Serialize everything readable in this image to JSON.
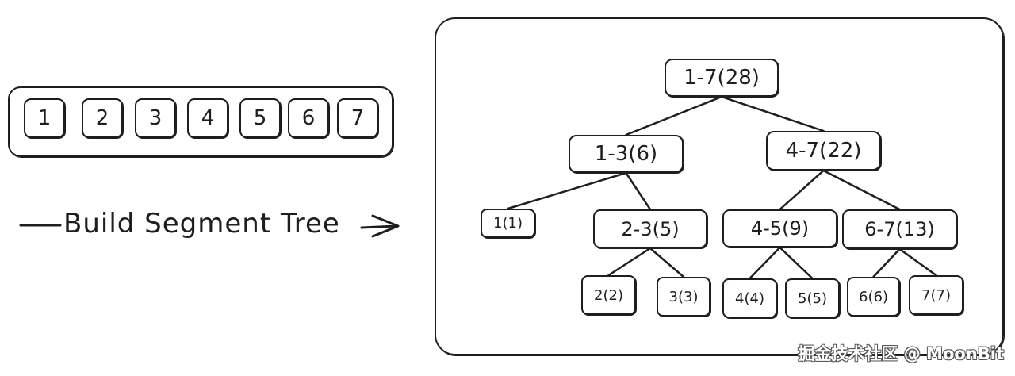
{
  "array": {
    "cells": [
      "1",
      "2",
      "3",
      "4",
      "5",
      "6",
      "7"
    ]
  },
  "arrow": {
    "label": "Build Segment Tree"
  },
  "tree": {
    "nodes": {
      "root": "1-7(28)",
      "left": "1-3(6)",
      "right": "4-7(22)",
      "l1": "1(1)",
      "l23": "2-3(5)",
      "r45": "4-5(9)",
      "r67": "6-7(13)",
      "leaf2": "2(2)",
      "leaf3": "3(3)",
      "leaf4": "4(4)",
      "leaf5": "5(5)",
      "leaf6": "6(6)",
      "leaf7": "7(7)"
    },
    "edges": [
      [
        "root",
        "left"
      ],
      [
        "root",
        "right"
      ],
      [
        "left",
        "l1"
      ],
      [
        "left",
        "l23"
      ],
      [
        "right",
        "r45"
      ],
      [
        "right",
        "r67"
      ],
      [
        "l23",
        "leaf2"
      ],
      [
        "l23",
        "leaf3"
      ],
      [
        "r45",
        "leaf4"
      ],
      [
        "r45",
        "leaf5"
      ],
      [
        "r67",
        "leaf6"
      ],
      [
        "r67",
        "leaf7"
      ]
    ]
  },
  "watermark": "掘金技术社区 @ MoonBit"
}
